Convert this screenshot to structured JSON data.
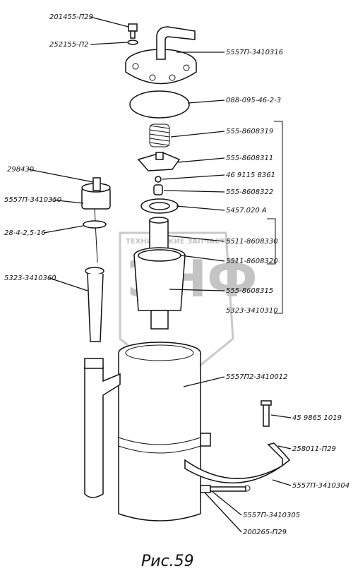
{
  "labels": {
    "bolt": "201455-П29",
    "washer": "252155-П2",
    "cover": "5557П-3410316",
    "oring": "088-095-46-2-3",
    "spring": "555-8608319",
    "valve_plate": "555-8608311",
    "ball": "46 9115 8361",
    "spring_small": "555-8608322",
    "ring_seal": "5457.020 А",
    "tube_sleeve": "5511-8608330",
    "seal_ring2": "5511-8608320",
    "filter_element": "555-8608315",
    "assembly": "5323-3410310",
    "fitting": "298430",
    "breather": "5557П-3410350",
    "oring_small": "28-4-2,5-16",
    "dipstick": "5323-3410360",
    "tank": "5557П2-3410012",
    "pin": "45 9865 1019",
    "nut": "258011-П29",
    "clamp": "5557П-3410304",
    "bracket": "5557П-3410305",
    "screw": "200265-П29"
  },
  "caption": "Рис.59",
  "watermark": {
    "text": "ЭНФ",
    "subtitle": "ТЕХНИЧЕСКИЕ ЗАПЧАСТИ"
  }
}
